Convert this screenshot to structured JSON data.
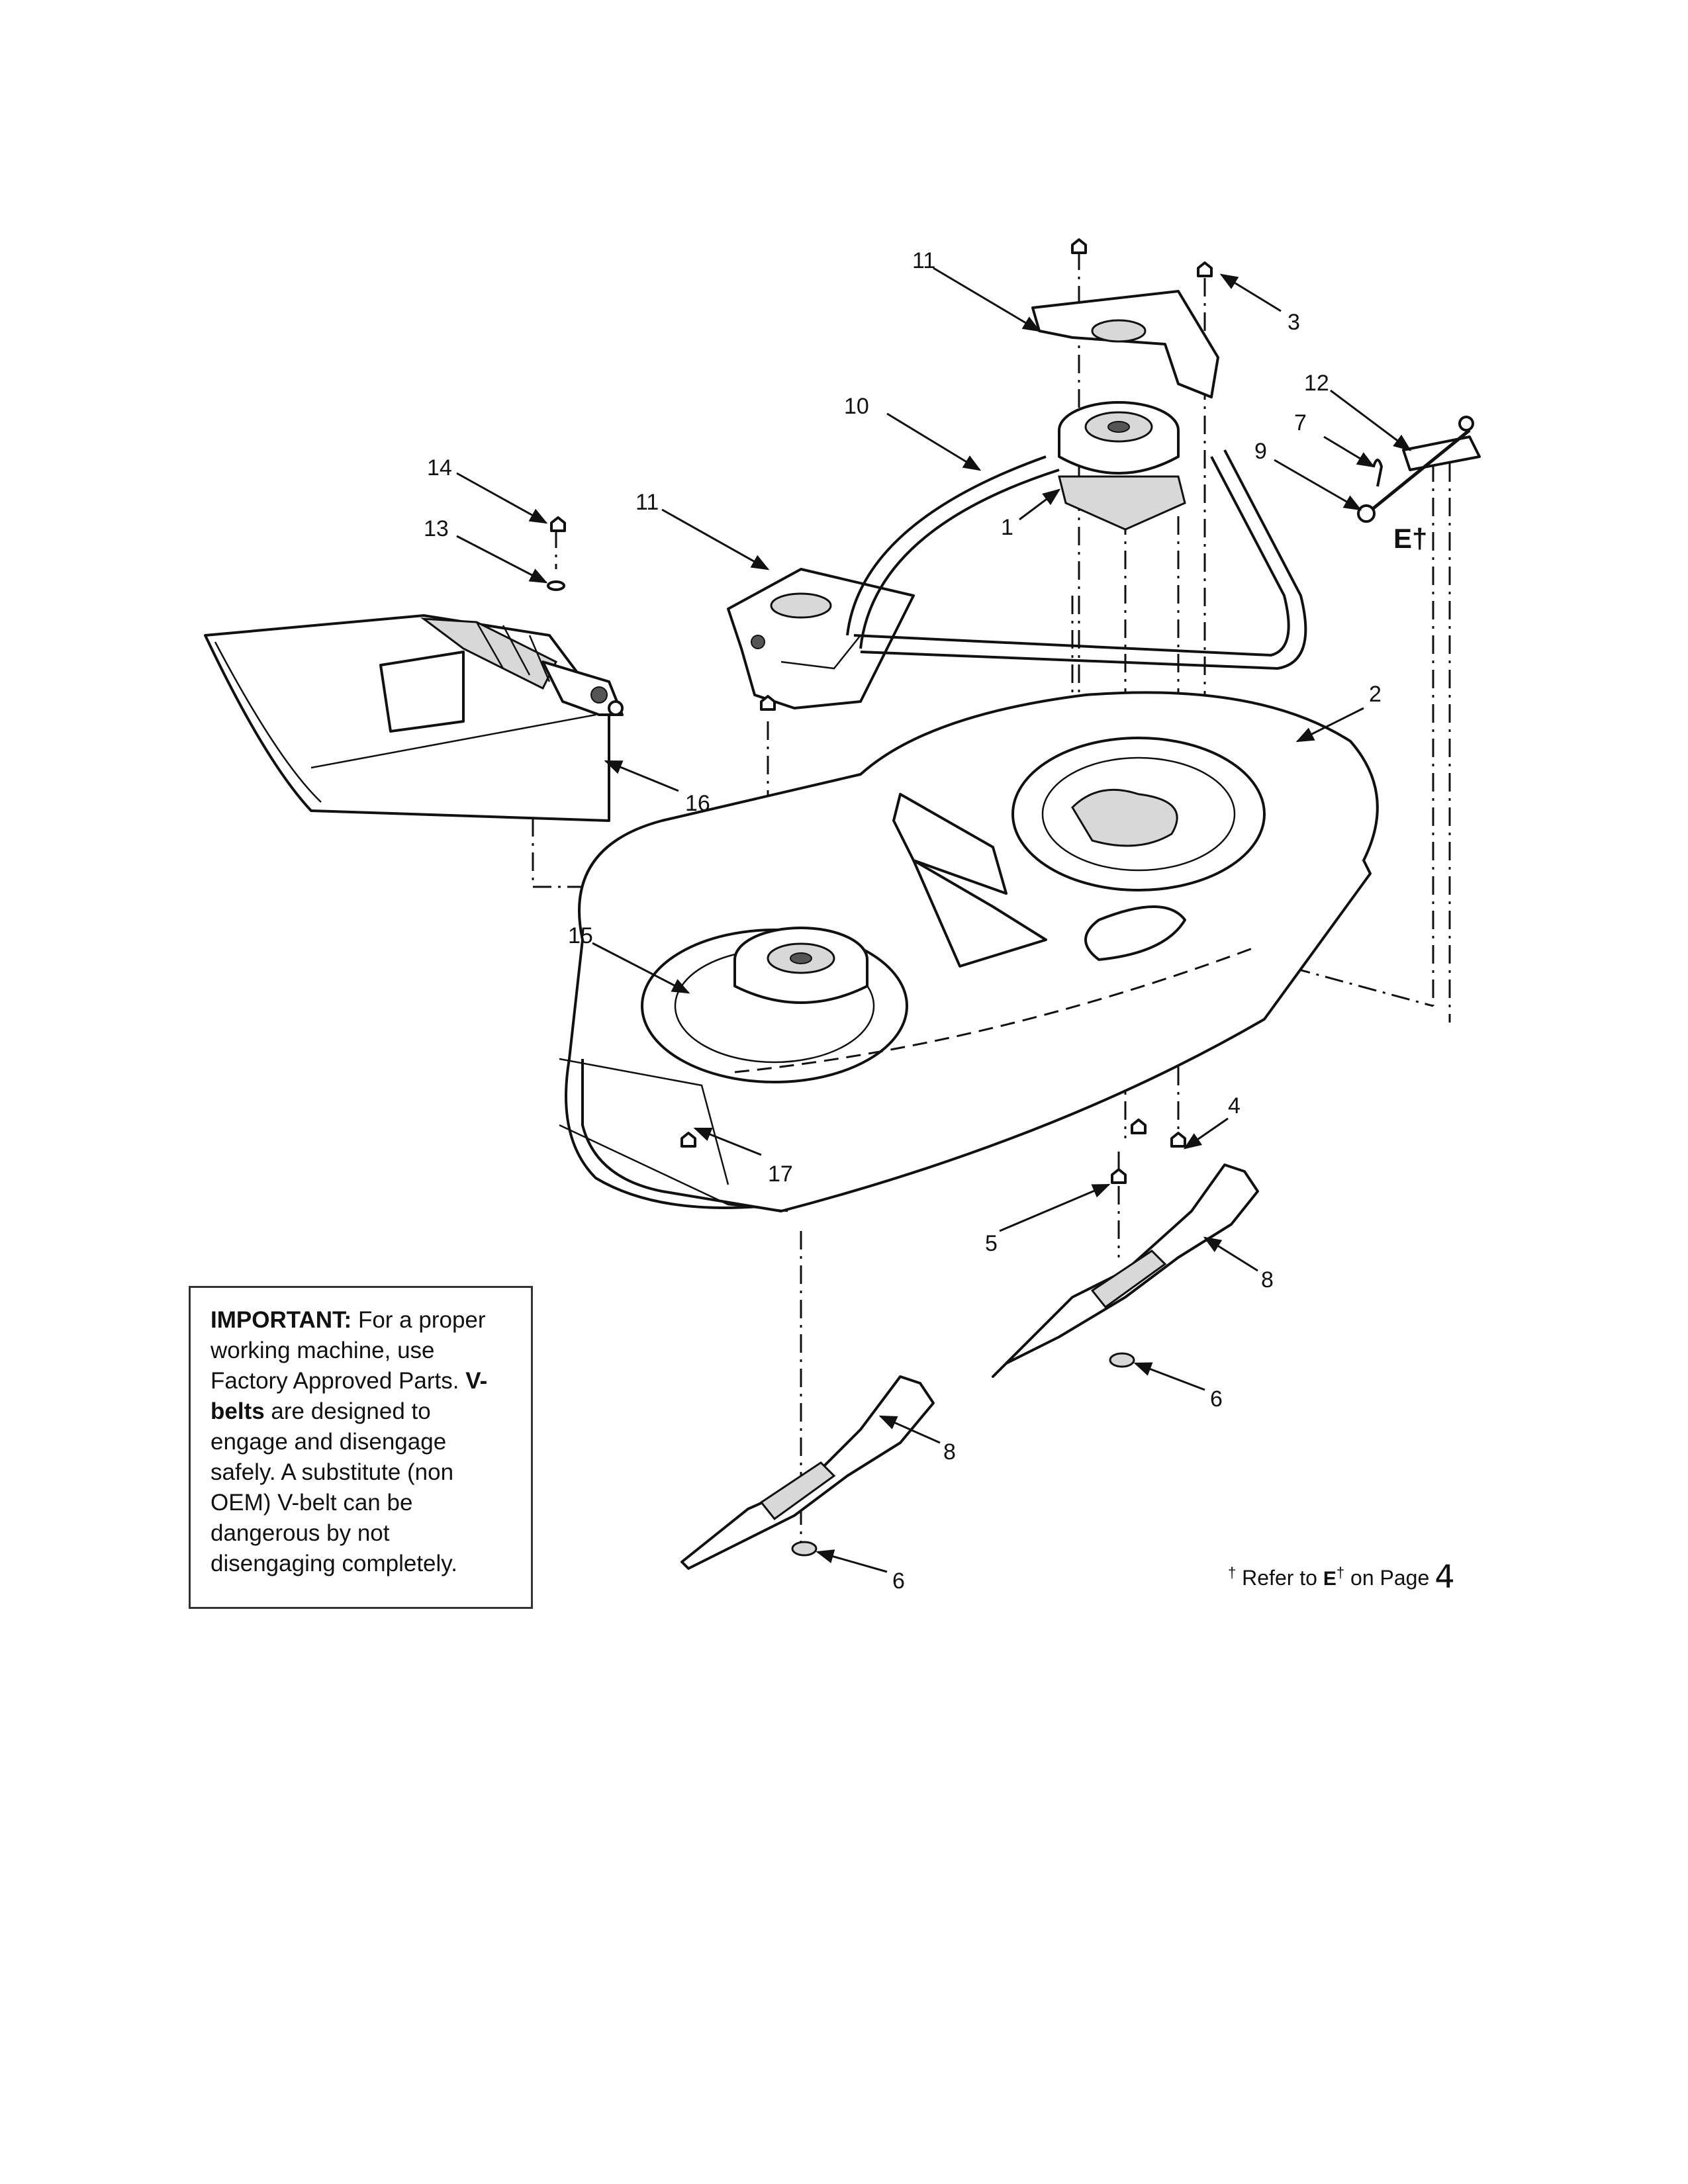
{
  "callouts": {
    "c1": "1",
    "c2": "2",
    "c3": "3",
    "c4": "4",
    "c5": "5",
    "c6a": "6",
    "c6b": "6",
    "c7": "7",
    "c8a": "8",
    "c8b": "8",
    "c9": "9",
    "c10": "10",
    "c11a": "11",
    "c11b": "11",
    "c12": "12",
    "c13": "13",
    "c14": "14",
    "c15": "15",
    "c16": "16",
    "c17": "17",
    "ref_mark": "E†"
  },
  "important_note": {
    "heading": "IMPORTANT:",
    "text_1": " For a proper working machine, use Factory Approved Parts.",
    "heading_2": "V-belts",
    "text_2": " are designed to engage and disengage safely. A substitute (non OEM) V-belt can be dangerous by not disengaging completely."
  },
  "refer_note": {
    "dagger": "†",
    "prefix": " Refer to ",
    "ref_letter": "E",
    "ref_dagger": "†",
    "suffix": " on Page",
    "page": "4"
  }
}
